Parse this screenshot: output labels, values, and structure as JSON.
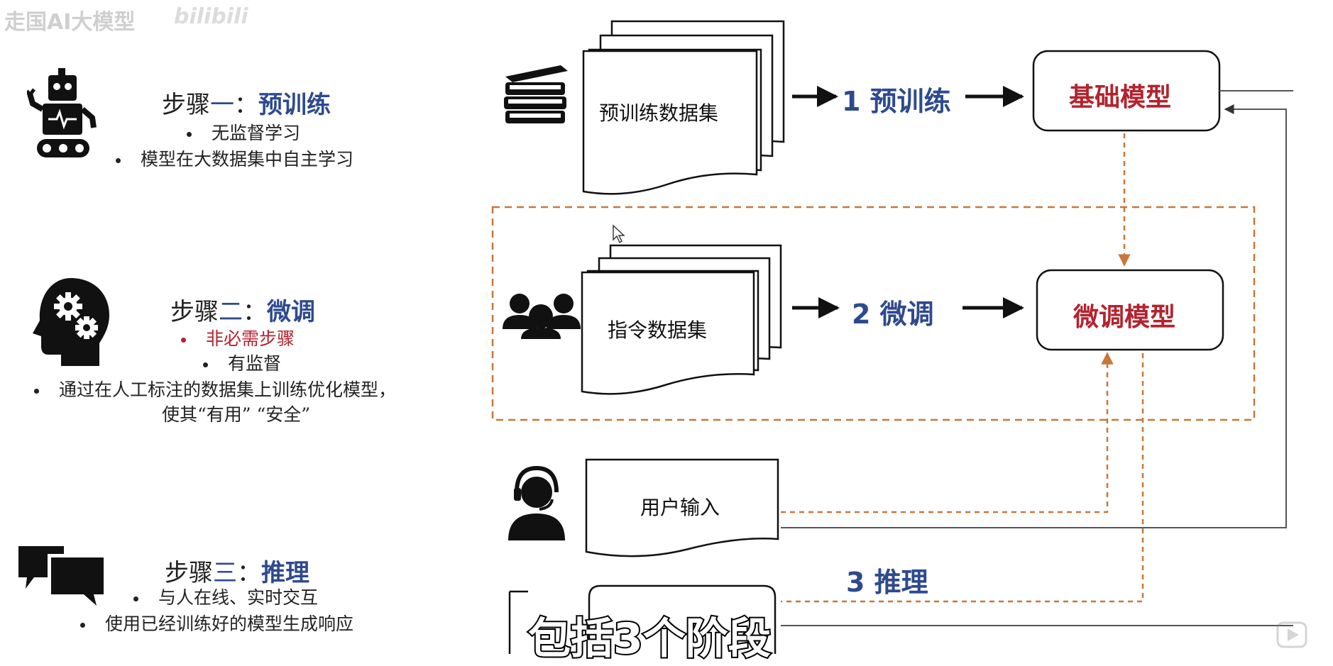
{
  "watermark": {
    "channel": "走国AI大模型",
    "logo": "bilibili"
  },
  "steps": [
    {
      "prefix": "步骤",
      "num": "一",
      "colon": "：",
      "name": "预训练",
      "bullets": [
        {
          "text": "无监督学习"
        },
        {
          "text": "模型在大数据集中自主学习"
        }
      ]
    },
    {
      "prefix": "步骤",
      "num": "二",
      "colon": "：",
      "name": "微调",
      "bullets": [
        {
          "text": "非必需步骤",
          "color": "#b3232e"
        },
        {
          "text": "有监督"
        },
        {
          "text": "通过在人工标注的数据集上训练优化模型，"
        },
        {
          "text": "使其“有用” “安全”"
        }
      ]
    },
    {
      "prefix": "步骤",
      "num": "三",
      "colon": "：",
      "name": "推理",
      "bullets": [
        {
          "text": "与人在线、实时交互"
        },
        {
          "text": "使用已经训练好的模型生成响应"
        }
      ]
    }
  ],
  "diagram": {
    "datasets": {
      "pretrain": "预训练数据集",
      "instruction": "指令数据集",
      "user_input": "用户输入"
    },
    "flows": {
      "pretrain": "1 预训练",
      "finetune": "2 微调",
      "inference": "3 推理"
    },
    "models": {
      "base": "基础模型",
      "finetuned": "微调模型"
    }
  },
  "subtitle": "包括3个阶段",
  "colors": {
    "blue": "#2e4a8e",
    "red": "#b3232e",
    "dashed": "#c8773a",
    "line": "#555555"
  },
  "icons": [
    "robot-icon",
    "head-gears-icon",
    "chat-bubbles-icon",
    "books-icon",
    "group-icon",
    "headset-user-icon",
    "cursor-icon",
    "play-icon"
  ]
}
